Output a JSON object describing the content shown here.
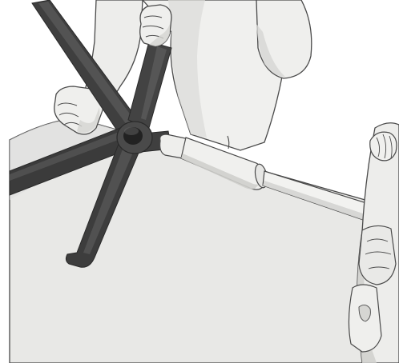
{
  "illustration": {
    "subject": "chair-base-assembly-step",
    "palette": {
      "background": "#ffffff",
      "surface": "#e7e7e5",
      "surface_shadow": "#d2d2cf",
      "figure_light": "#f1f1ef",
      "figure_mid": "#dcdcd9",
      "figure_shadow": "#c4c4c1",
      "outline": "#4a4a4a",
      "base_dark": "#3d3d3d",
      "base_mid": "#4f4f4f",
      "base_highlight": "#6a6a6a",
      "gas_lift": "#efefed",
      "gas_lift_shadow": "#cfcfcc"
    },
    "parts": [
      "person-torso",
      "left-hand",
      "right-hand",
      "five-star-base",
      "gas-lift-cylinder",
      "chair-back-frame"
    ]
  }
}
